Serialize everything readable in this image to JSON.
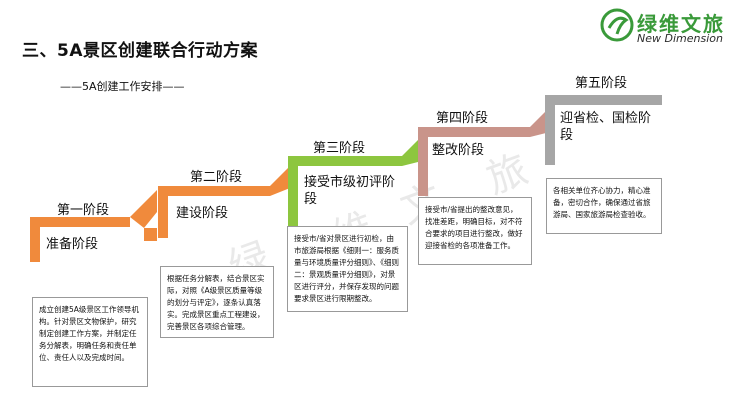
{
  "header": {
    "title": "三、5A景区创建联合行动方案",
    "subtitle": "——5A创建工作安排——"
  },
  "logo": {
    "name_cn": "绿维文旅",
    "name_en": "New Dimension"
  },
  "watermark": [
    "绿",
    "维",
    "文",
    "旅"
  ],
  "stages": [
    {
      "label": "第一阶段",
      "task": "准备阶段",
      "color": "#f08a3c",
      "desc": "成立创建5A级景区工作领导机构。针对景区文物保护，研究制定创建工作方案，并制定任务分解表，明确任务和责任单位、责任人以及完成时间。"
    },
    {
      "label": "第二阶段",
      "task": "建设阶段",
      "color": "#f08a3c",
      "desc": "根据任务分解表，结合景区实际，对照《A级景区质量等级的划分与评定》，逐条认真落实。完成景区重点工程建设，完善景区各项综合管理。"
    },
    {
      "label": "第三阶段",
      "task": "接受市级初评阶段",
      "color": "#8dc63f",
      "desc": "接受市/省对景区进行初检，由市旅游局根据《细则一：服务质量与环境质量评分细则》、《细则二：景观质量评分细则》，对景区进行评分，并保存发现的问题要求景区进行限期整改。"
    },
    {
      "label": "第四阶段",
      "task": "整改阶段",
      "color": "#c9948a",
      "desc": "接受市/省提出的整改意见，找准差距，明确目标，对不符合要求的项目进行整改，做好迎接省检的各项准备工作。"
    },
    {
      "label": "第五阶段",
      "task": "迎省检、国检阶段",
      "color": "#a6a6a6",
      "desc": "各相关单位齐心协力，精心准备，密切合作，确保通过省旅游局、国家旅游局检查验收。"
    }
  ]
}
